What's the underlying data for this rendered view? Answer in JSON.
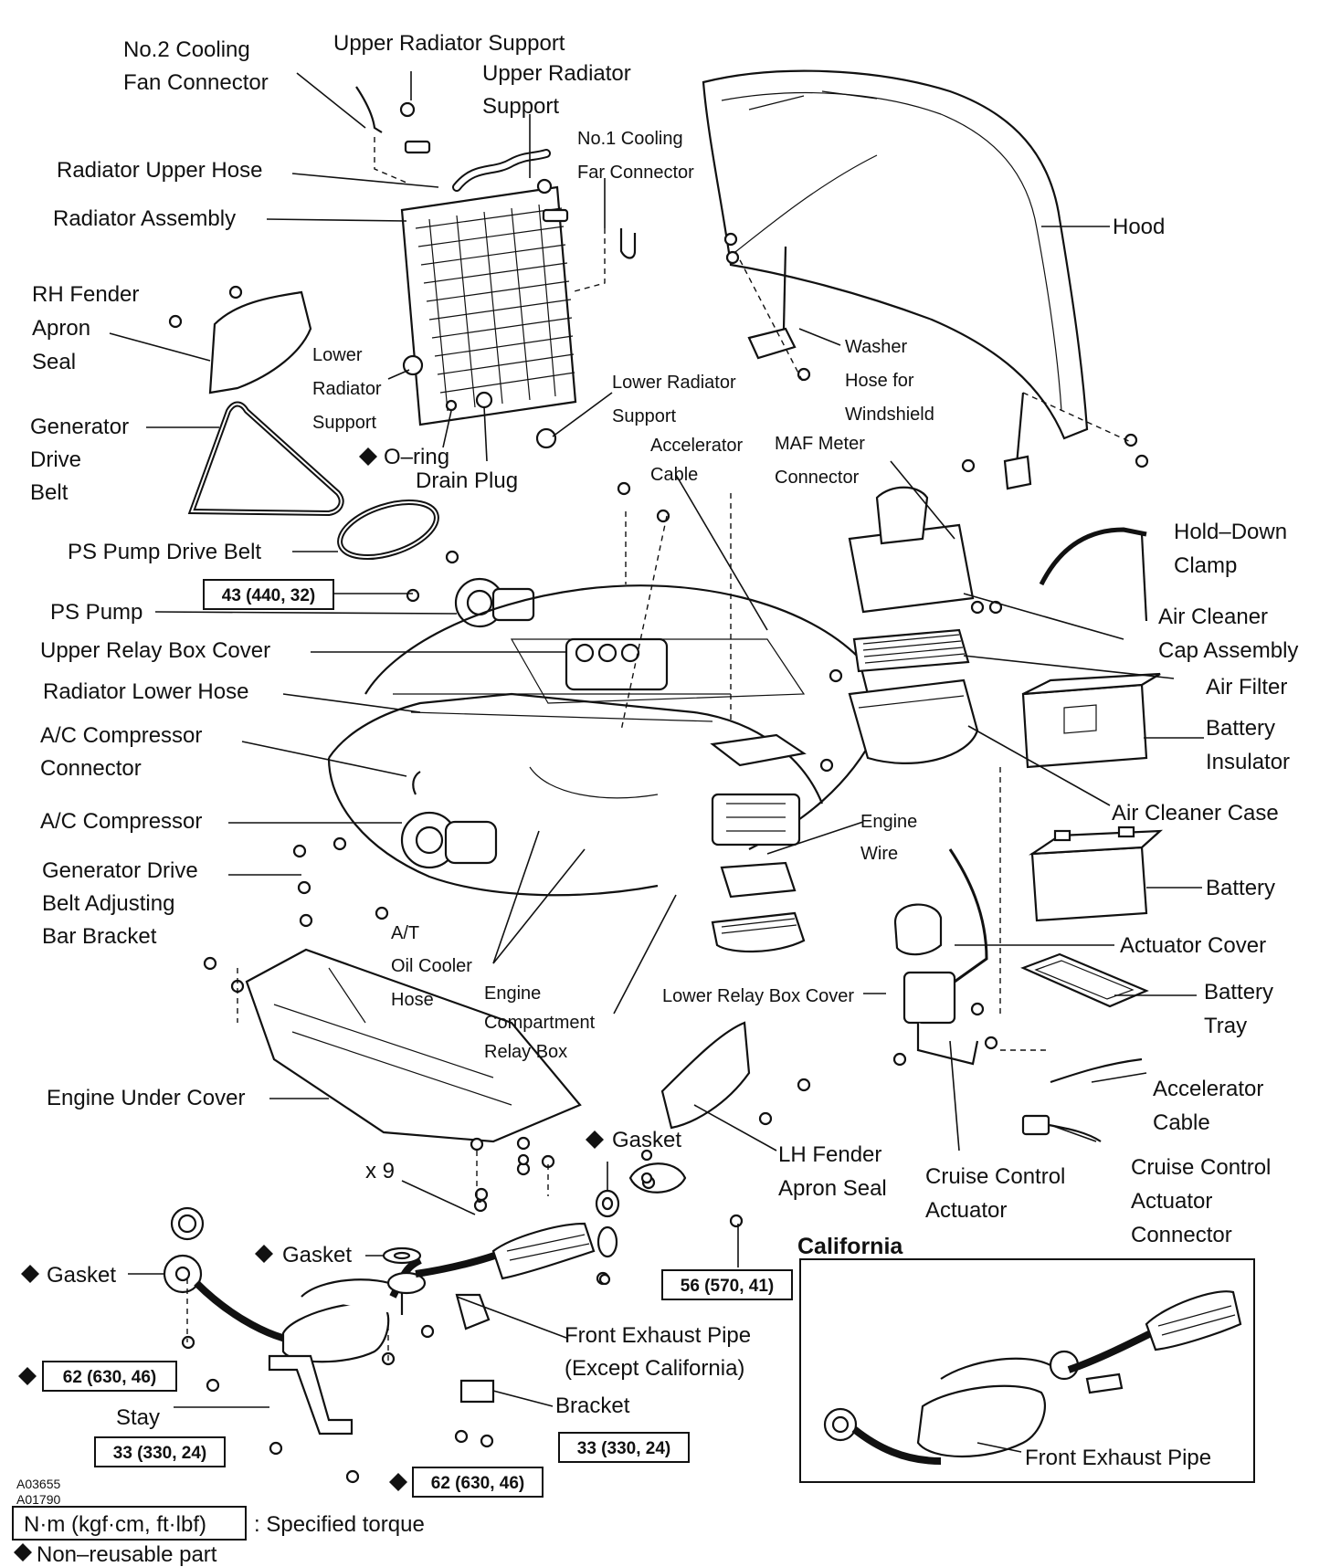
{
  "labels": {
    "no2_fan_connector": [
      "No.2 Cooling",
      "Fan Connector"
    ],
    "upper_rad_support_a": "Upper Radiator Support",
    "upper_rad_support_b": [
      "Upper Radiator",
      "Support"
    ],
    "no1_fan_connector": [
      "No.1 Cooling",
      "Far Connector"
    ],
    "radiator_upper_hose": "Radiator Upper Hose",
    "radiator_assembly": "Radiator Assembly",
    "hood": "Hood",
    "rh_fender_apron_seal": [
      "RH Fender",
      "Apron",
      "Seal"
    ],
    "lower_rad_support_a": [
      "Lower",
      "Radiator",
      "Support"
    ],
    "lower_rad_support_b": [
      "Lower Radiator",
      "Support"
    ],
    "washer_hose": [
      "Washer",
      "Hose for",
      "Windshield"
    ],
    "generator_drive_belt": [
      "Generator",
      "Drive",
      "Belt"
    ],
    "o_ring": "O–ring",
    "drain_plug": "Drain Plug",
    "accelerator_cable_a": [
      "Accelerator",
      "Cable"
    ],
    "maf_meter_connector": [
      "MAF Meter",
      "Connector"
    ],
    "hold_down_clamp": [
      "Hold–Down",
      "Clamp"
    ],
    "ps_pump_drive_belt": "PS Pump Drive Belt",
    "ps_pump": "PS Pump",
    "air_cleaner_cap": [
      "Air Cleaner",
      "Cap Assembly"
    ],
    "upper_relay_box_cover": "Upper Relay Box Cover",
    "air_filter": "Air Filter",
    "radiator_lower_hose": "Radiator Lower Hose",
    "battery_insulator": [
      "Battery",
      "Insulator"
    ],
    "ac_compressor_connector": [
      "A/C Compressor",
      "Connector"
    ],
    "air_cleaner_case": "Air Cleaner Case",
    "ac_compressor": "A/C Compressor",
    "engine_wire": [
      "Engine",
      "Wire"
    ],
    "gen_belt_bracket": [
      "Generator Drive",
      "Belt Adjusting",
      "Bar Bracket"
    ],
    "battery": "Battery",
    "at_oil_cooler_hose": [
      "A/T",
      "Oil Cooler",
      "Hose"
    ],
    "actuator_cover": "Actuator Cover",
    "engine_compartment_relay_box": [
      "Engine",
      "Compartment",
      "Relay Box"
    ],
    "lower_relay_box_cover": "Lower Relay Box Cover",
    "battery_tray": [
      "Battery",
      "Tray"
    ],
    "engine_under_cover": "Engine Under Cover",
    "accelerator_cable_b": [
      "Accelerator",
      "Cable"
    ],
    "gasket_a": "Gasket",
    "lh_fender_apron_seal": [
      "LH Fender",
      "Apron Seal"
    ],
    "cruise_control_actuator": [
      "Cruise Control",
      "Actuator"
    ],
    "cruise_control_connector": [
      "Cruise Control",
      "Actuator",
      "Connector"
    ],
    "x9": "x 9",
    "gasket_b": "Gasket",
    "gasket_c": "Gasket",
    "california": "California",
    "front_exhaust_pipe_except": [
      "Front Exhaust Pipe",
      "(Except California)"
    ],
    "bracket": "Bracket",
    "stay": "Stay",
    "front_exhaust_pipe": "Front Exhaust Pipe",
    "fig_code_a": "A03655",
    "fig_code_b": "A01790"
  },
  "torques": {
    "ps_pump": "43 (440, 32)",
    "exhaust_flange": "56 (570, 41)",
    "manifold_left": "62 (630, 46)",
    "stay": "33 (330, 24)",
    "bracket": "33 (330, 24)",
    "manifold_bottom": "62 (630, 46)"
  },
  "legend": {
    "unit": "N·m (kgf·cm, ft·lbf)",
    "unit_desc": ": Specified torque",
    "nonreusable": "Non–reusable part"
  }
}
